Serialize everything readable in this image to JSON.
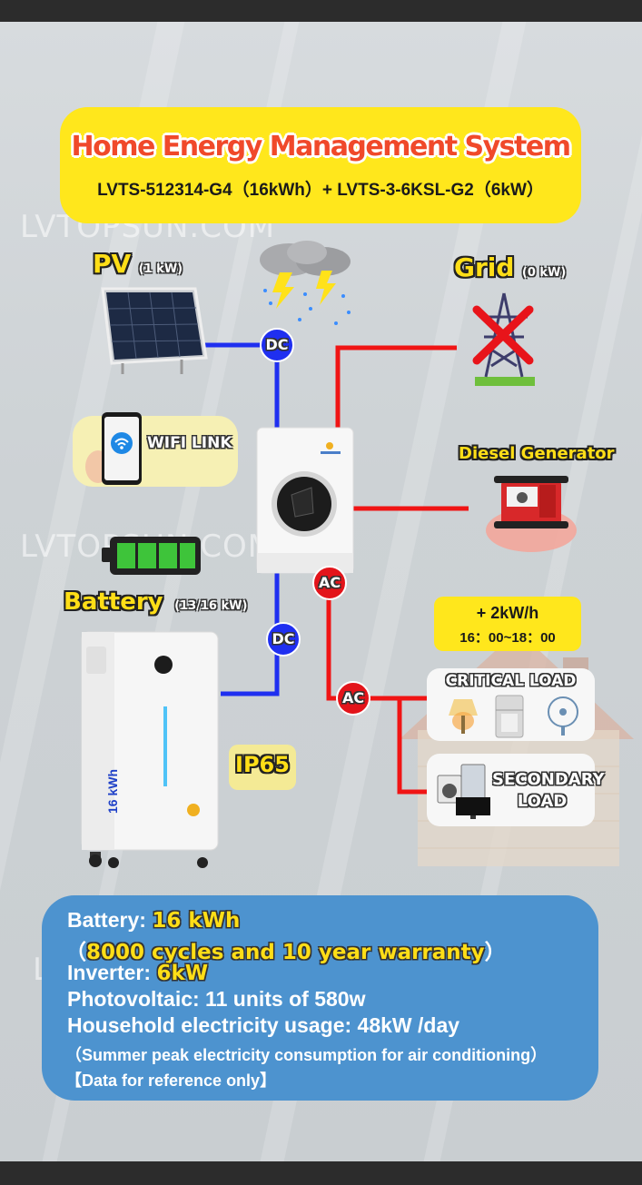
{
  "header": {
    "title": "Home Energy Management System",
    "subtitle": "LVTS-512314-G4（16kWh）+ LVTS-3-6KSL-G2（6kW）"
  },
  "watermark": "LVTOPSUN.COM",
  "labels": {
    "pv": "PV",
    "pv_power": "(1 kW)",
    "grid": "Grid",
    "grid_power": "(0 kW)",
    "wifi": "WIFI LINK",
    "diesel": "Diesel Generator",
    "battery": "Battery",
    "battery_power": "(13/16 kW)",
    "ip65": "IP65",
    "dc": "DC",
    "ac": "AC",
    "time_power": "+ 2kW/h",
    "time_range": "16：00~18：00",
    "critical_load": "CRITICAL LOAD",
    "secondary_load_1": "SECONDARY",
    "secondary_load_2": "LOAD",
    "battery_unit_text": "16 kWh"
  },
  "info": {
    "battery_label": "Battery: ",
    "battery_value": "16 kWh",
    "paren_open": "（",
    "cycles": "8000 cycles",
    "and": " and ",
    "warranty": "10 year warranty",
    "paren_close": "）",
    "inverter_label": "Inverter: ",
    "inverter_value": "6kW",
    "pv_line": "Photovoltaic:  11 units of 580w",
    "usage_line": "Household electricity usage:  48kW /day",
    "note1": "（Summer peak electricity consumption for air conditioning）",
    "note2": "【Data for reference only】"
  },
  "colors": {
    "dc_line": "#1f2ff0",
    "ac_line": "#f01414",
    "title_bg": "#ffe71c",
    "info_bg": "#4d93cf"
  },
  "icons": [
    "cloud-lightning-icon",
    "solar-panel-icon",
    "power-tower-icon",
    "cross-icon",
    "phone-icon",
    "wifi-icon",
    "inverter-icon",
    "battery-level-icon",
    "generator-icon",
    "battery-cabinet-icon",
    "house-icon",
    "lamp-icon",
    "fridge-icon",
    "fan-icon",
    "washer-icon",
    "tv-icon"
  ]
}
